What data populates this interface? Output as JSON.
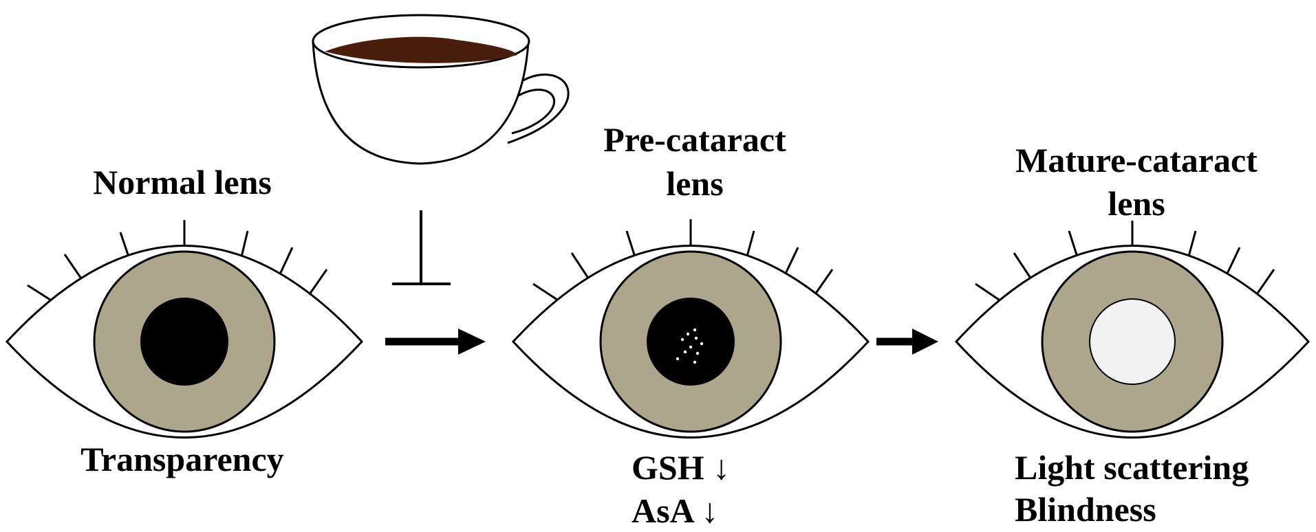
{
  "stages": {
    "normal": {
      "title": "Normal lens",
      "caption": "Transparency"
    },
    "pre": {
      "title_line1": "Pre-cataract",
      "title_line2": "lens",
      "marker1": "GSH ↓",
      "marker2": "AsA ↓"
    },
    "mature": {
      "title_line1": "Mature-cataract",
      "title_line2": "lens",
      "caption_line1": "Light scattering",
      "caption_line2": "Blindness"
    }
  },
  "colors": {
    "iris": "#aea68c",
    "pupil_normal": "#000000",
    "pupil_pre": "#000000",
    "pupil_mature": "#f2f2f2",
    "coffee": "#4a1e0c",
    "stroke": "#000000"
  },
  "icons": {
    "cup": "coffee-cup-icon",
    "inhibit": "inhibition-t-bar-icon",
    "arrow": "right-arrow-icon"
  }
}
